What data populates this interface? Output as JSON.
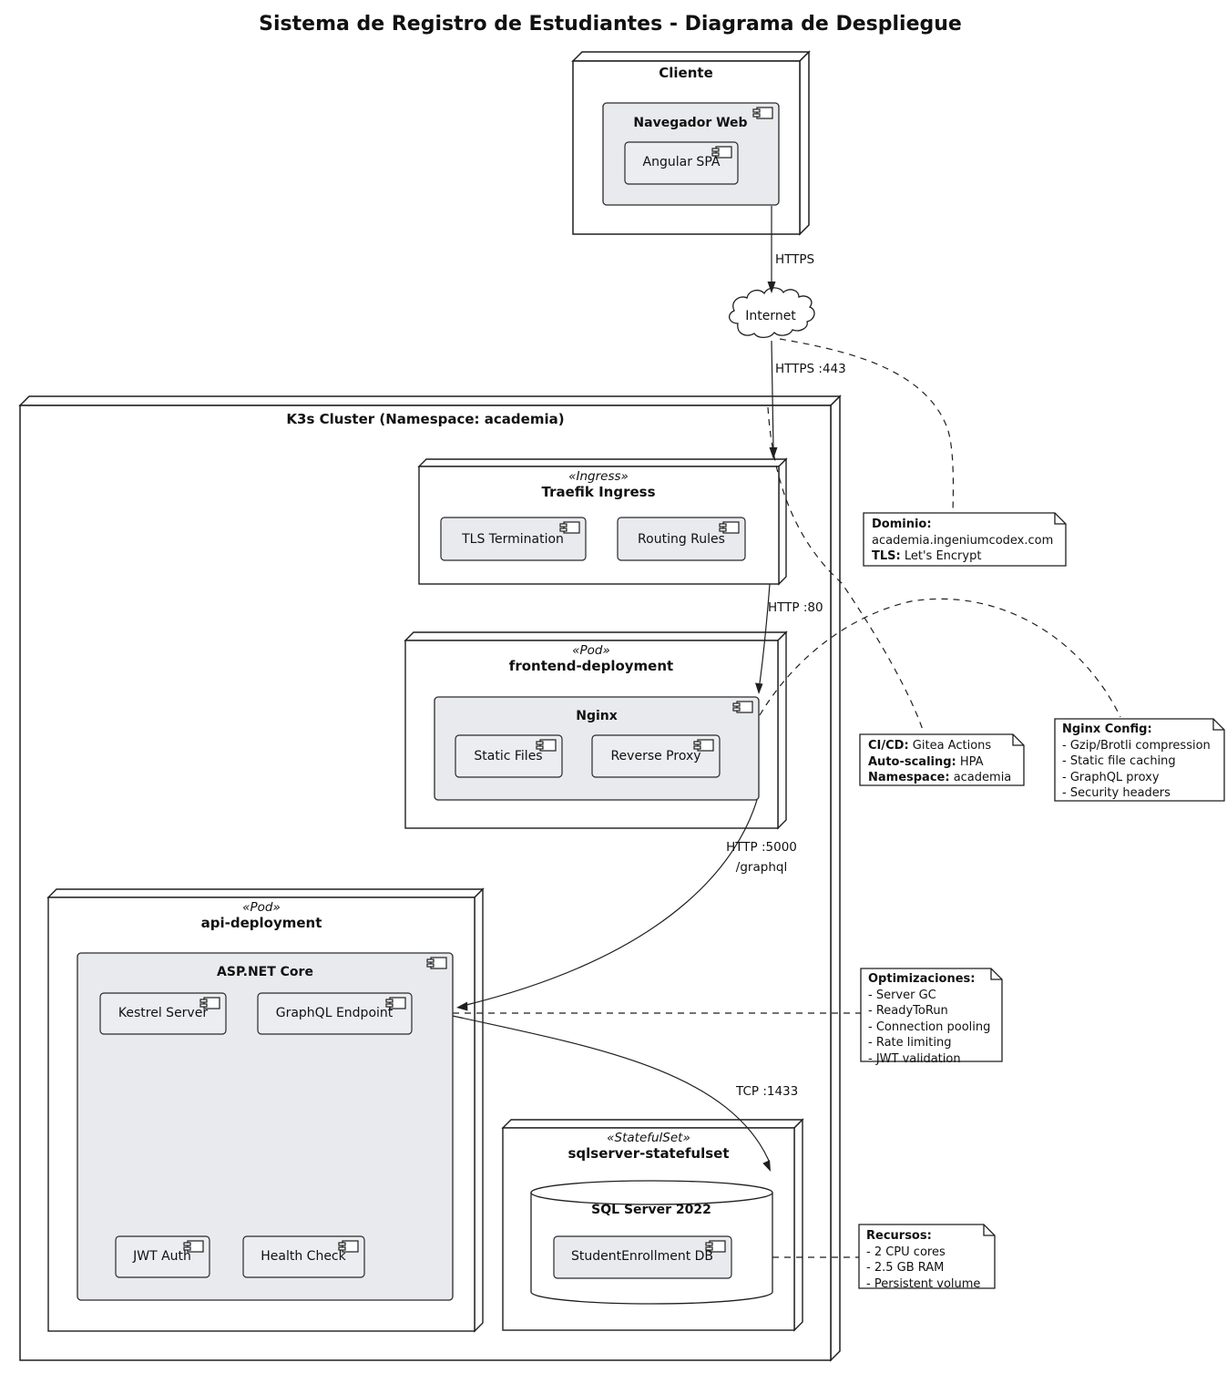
{
  "diagram_title": "Sistema de Registro de Estudiantes - Diagrama de Despliegue",
  "cliente": {
    "title": "Cliente",
    "navegador": "Navegador Web",
    "angular": "Angular SPA"
  },
  "internet": {
    "label": "Internet"
  },
  "cluster": {
    "title": "K3s Cluster (Namespace: academia)"
  },
  "traefik": {
    "stereotype": "«Ingress»",
    "name": "Traefik Ingress",
    "tls": "TLS Termination",
    "routing": "Routing Rules"
  },
  "frontend": {
    "stereotype": "«Pod»",
    "name": "frontend-deployment",
    "nginx": "Nginx",
    "static_files": "Static Files",
    "reverse_proxy": "Reverse Proxy"
  },
  "api": {
    "stereotype": "«Pod»",
    "name": "api-deployment",
    "aspnet": "ASP.NET Core",
    "kestrel": "Kestrel Server",
    "graphql": "GraphQL Endpoint",
    "jwt": "JWT Auth",
    "health": "Health Check"
  },
  "statefulset": {
    "stereotype": "«StatefulSet»",
    "name": "sqlserver-statefulset",
    "db": "SQL Server 2022",
    "component": "StudentEnrollment DB"
  },
  "edges": {
    "https": "HTTPS",
    "https_443": "HTTPS :443",
    "http_80": "HTTP :80",
    "http_5000": "HTTP :5000",
    "graphql_path": "/graphql",
    "tcp_1433": "TCP :1433"
  },
  "notes": {
    "dominio": {
      "l1_label": "Dominio:",
      "l2": "academia.ingeniumcodex.com",
      "l3_label": "TLS:",
      "l3_value": " Let's Encrypt"
    },
    "cicd": {
      "l1_label": "CI/CD:",
      "l1_value": " Gitea Actions",
      "l2_label": "Auto-scaling:",
      "l2_value": " HPA",
      "l3_label": "Namespace:",
      "l3_value": " academia"
    },
    "nginx_config": {
      "title": "Nginx Config:",
      "items": [
        "- Gzip/Brotli compression",
        "- Static file caching",
        "- GraphQL proxy",
        "- Security headers"
      ]
    },
    "optimizaciones": {
      "title": "Optimizaciones:",
      "items": [
        "- Server GC",
        "- ReadyToRun",
        "- Connection pooling",
        "- Rate limiting",
        "- JWT validation"
      ]
    },
    "recursos": {
      "title": "Recursos:",
      "items": [
        "- 2 CPU cores",
        "- 2.5 GB RAM",
        "- Persistent volume"
      ]
    }
  },
  "colors": {
    "component_fill": "#E8EAEE",
    "component_fill_light": "#EBEDF0",
    "node_fill": "#FFFFFF",
    "note_fill": "#FFFFFF",
    "line": "#1F1F1F"
  }
}
